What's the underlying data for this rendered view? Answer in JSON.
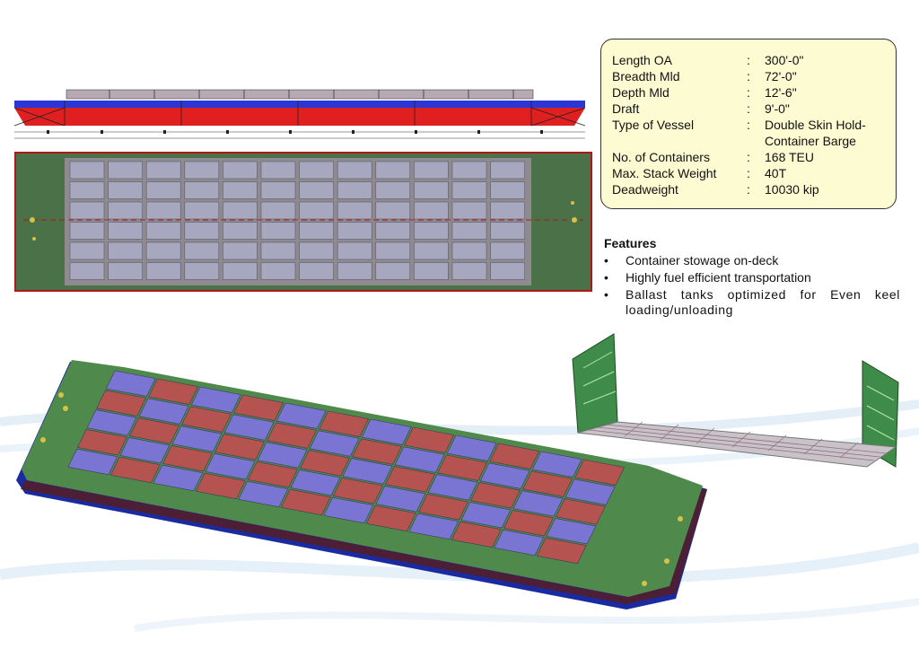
{
  "specs": [
    {
      "label": "Length OA",
      "value": "300'-0\""
    },
    {
      "label": "Breadth Mld",
      "value": "72'-0\""
    },
    {
      "label": "Depth Mld",
      "value": "12'-6\""
    },
    {
      "label": "Draft",
      "value": "9'-0\""
    },
    {
      "label": "Type of Vessel",
      "value": "Double Skin Hold-\nContainer Barge"
    },
    {
      "label": "No. of Containers",
      "value": "168 TEU"
    },
    {
      "label": "Max. Stack Weight",
      "value": "40T"
    },
    {
      "label": "Deadweight",
      "value": "10030 kip"
    }
  ],
  "separator": ":",
  "features": {
    "title": "Features",
    "bullet": "•",
    "items": [
      "Container stowage on-deck",
      "Highly fuel efficient transportation",
      "Ballast tanks optimized for Even keel loading/unloading"
    ]
  },
  "colors": {
    "hull_red": "#e02020",
    "hull_blue": "#2a36d6",
    "deck_green": "#3c6b3a",
    "container_grey": "#a7a8c0",
    "container_red": "#b4534f",
    "container_blue": "#7a74d2",
    "spec_bg": "#fdfbd2"
  }
}
